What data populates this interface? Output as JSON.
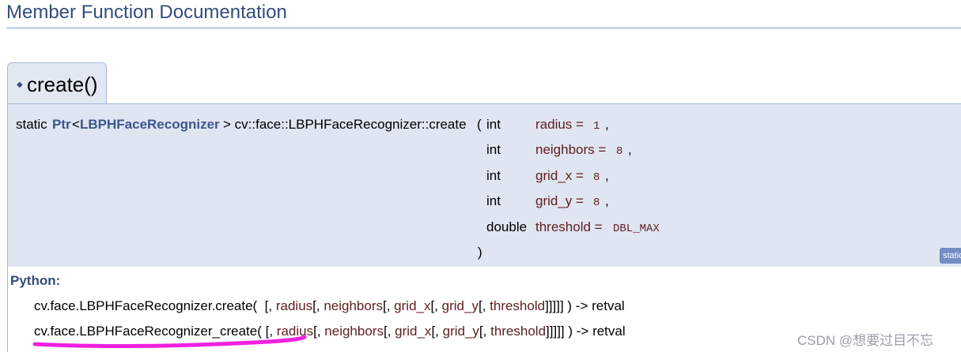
{
  "section": {
    "title": "Member Function Documentation"
  },
  "member": {
    "tab": {
      "diamond": "◆",
      "name": "create()"
    },
    "signature": {
      "static_kw": "static",
      "ptr_link": "Ptr",
      "lt": "<",
      "class_link": "LBPHFaceRecognizer",
      "gt_rest": "> cv::face::LBPHFaceRecognizer::create",
      "open_paren": "(",
      "close_paren": ")",
      "params": [
        {
          "type": "int",
          "name": "radius =",
          "default": "1",
          "sep": ","
        },
        {
          "type": "int",
          "name": "neighbors =",
          "default": "8",
          "sep": ","
        },
        {
          "type": "int",
          "name": "grid_x =",
          "default": "8",
          "sep": ","
        },
        {
          "type": "int",
          "name": "grid_y =",
          "default": "8",
          "sep": ","
        },
        {
          "type": "double",
          "name": "threshold =",
          "default": "DBL_MAX",
          "sep": ""
        }
      ],
      "badge": "static"
    },
    "python": {
      "label": "Python:",
      "lines": [
        {
          "func": "cv.face.LBPHFaceRecognizer.create(",
          "open": "[,",
          "args": [
            "radius",
            "neighbors",
            "grid_x",
            "grid_y",
            "threshold"
          ],
          "close": "]]]]] ) -> retval"
        },
        {
          "func": "cv.face.LBPHFaceRecognizer_create(",
          "open": "[,",
          "args": [
            "radius",
            "neighbors",
            "grid_x",
            "grid_y",
            "threshold"
          ],
          "close": "]]]]] ) -> retval"
        }
      ]
    }
  },
  "watermark": "CSDN @想要过目不忘",
  "annotation": {
    "color": "#f020e0"
  }
}
